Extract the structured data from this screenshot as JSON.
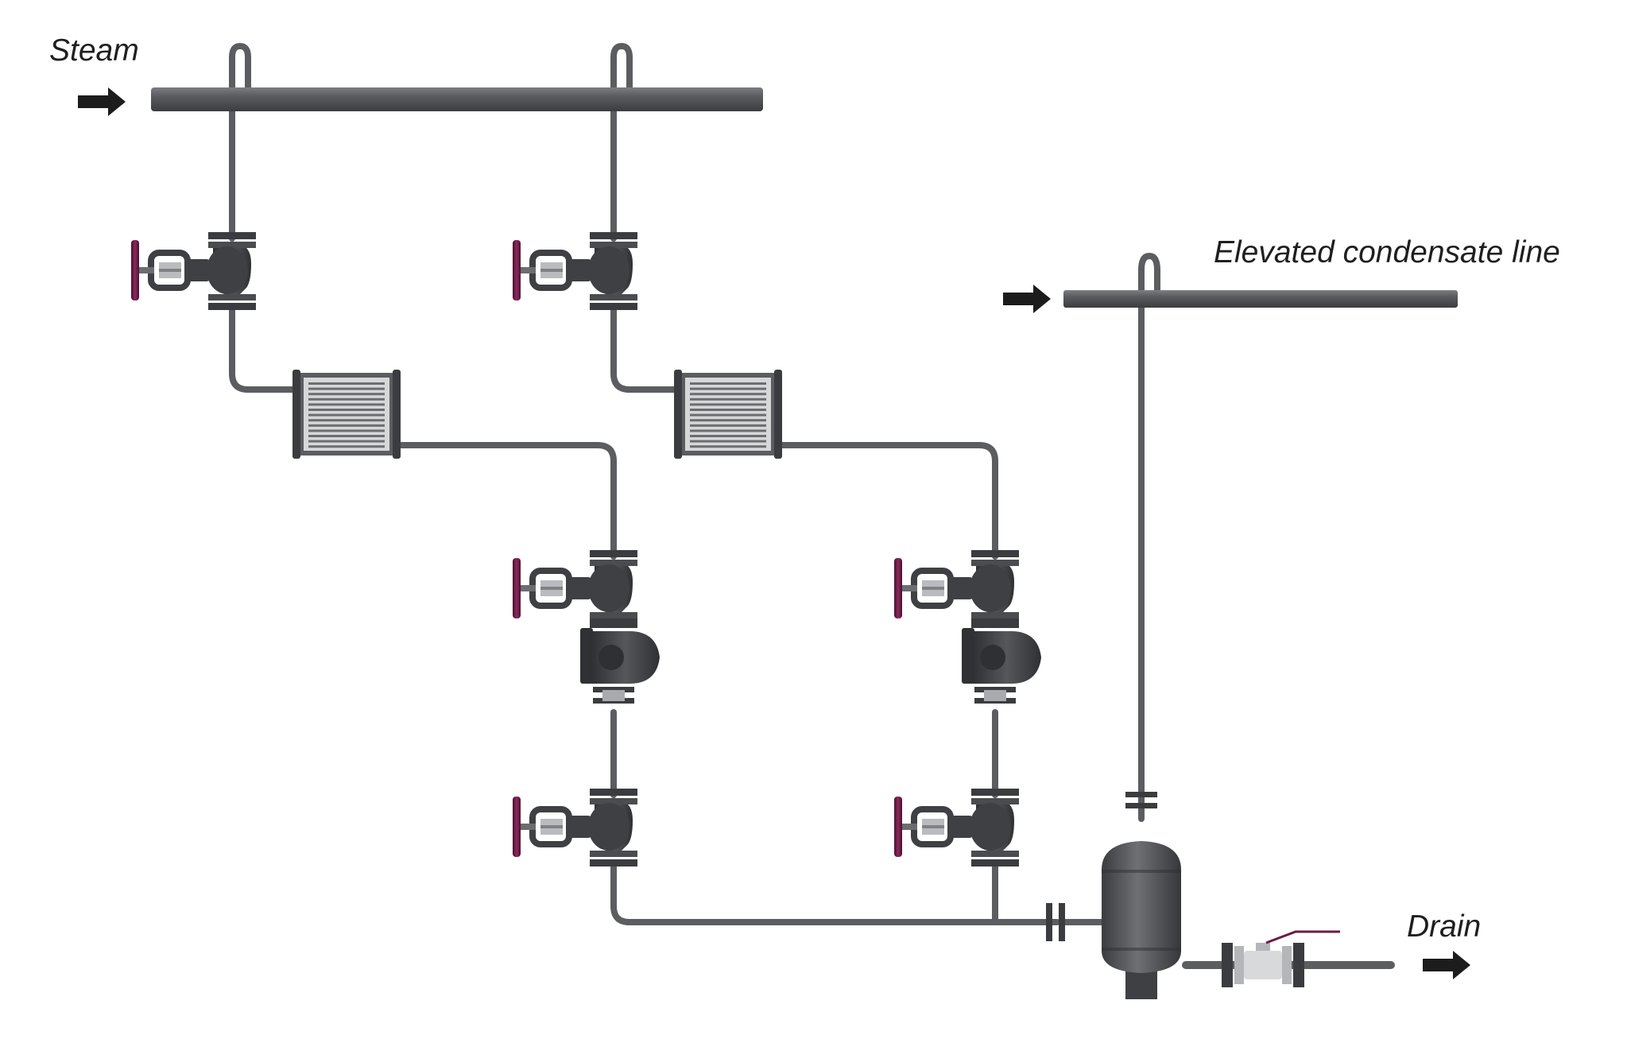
{
  "labels": {
    "steam": "Steam",
    "elevated_condensate_line": "Elevated condensate line",
    "drain": "Drain"
  },
  "colors": {
    "pipe": "#5b5d61",
    "pipe_dark": "#3b3d40",
    "pipe_highlight": "#8a8c90",
    "valve_body": "#3e4043",
    "handwheel": "#6a1b45",
    "arrow": "#1c1c1c",
    "background": "#ffffff"
  },
  "icons": {
    "flow_arrow": "flow-arrow-icon",
    "globe_valve": "globe-valve-icon",
    "heat_exchanger": "heat-exchanger-icon",
    "steam_trap": "steam-trap-icon",
    "receiver_tank": "receiver-tank-icon",
    "ball_valve": "ball-valve-icon"
  }
}
